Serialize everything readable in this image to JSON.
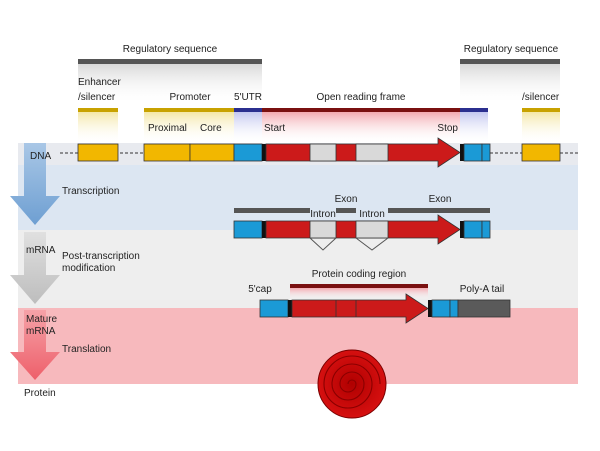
{
  "labels": {
    "regulatory_left": "Regulatory sequence",
    "regulatory_right": "Regulatory sequence",
    "enhancer_line1": "Enhancer",
    "enhancer_line2": "/silencer",
    "silencer_right": "/silencer",
    "promoter": "Promoter",
    "proximal": "Proximal",
    "core": "Core",
    "utr5": "5'UTR",
    "orf": "Open reading frame",
    "start": "Start",
    "stop": "Stop",
    "exon_top": "Exon",
    "exon_right": "Exon",
    "intron_left": "Intron",
    "intron_right": "Intron",
    "cap": "5'cap",
    "protein_coding": "Protein coding region",
    "polya": "Poly-A tail"
  },
  "stages": {
    "dna": "DNA",
    "transcription": "Transcription",
    "mrna": "mRNA",
    "post_line1": "Post-transcription",
    "post_line2": "modification",
    "mature_line1": "Mature",
    "mature_line2": "mRNA",
    "translation": "Translation",
    "protein": "Protein"
  },
  "colors": {
    "band_dna": "#e8eaef",
    "band_transcription": "#dce6f2",
    "band_mrna": "#eeeeee",
    "band_translation": "#f7b9bd",
    "arrow_blue": "#8fb5dc",
    "arrow_grey": "#cfcfcf",
    "arrow_red": "#f07a82",
    "regulatory": "#f2b700",
    "utr": "#1b9ad6",
    "coding": "#cc1a1a",
    "intron": "#d9d9d9",
    "polya": "#5a5a5a",
    "bar_dark": "#555555",
    "bar_gold": "#c8a200",
    "bar_navy": "#2b2f8f",
    "bar_maroon": "#7a1010"
  }
}
